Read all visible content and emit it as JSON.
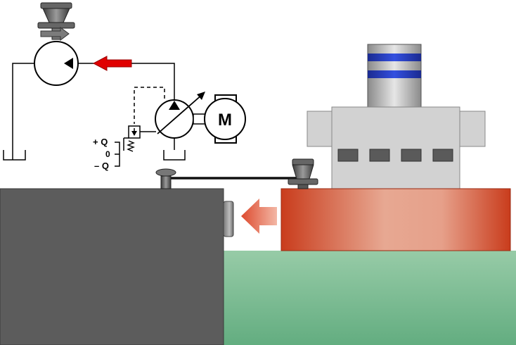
{
  "labels": {
    "plus_q": "+ Q",
    "zero": "0",
    "minus_q": "– Q",
    "motor": "M"
  },
  "colors": {
    "quay": "#5c5c5c",
    "water_top": "#97cba7",
    "water_bottom": "#63ad80",
    "ship_hull_edge": "#c93c1c",
    "ship_hull_mid": "#e7a892",
    "superstructure": "#d2d2d2",
    "funnel_band": "#1f35b4",
    "window": "#5a5a5a",
    "flow_arrow": "#e00000",
    "movement_arrow": "#e2614a",
    "winch": "#555555"
  },
  "icons": [
    "hydraulic-motor-icon",
    "variable-pump-icon",
    "electric-motor-icon",
    "directional-valve-icon",
    "tank-icon",
    "winch-icon",
    "bollard-icon",
    "fender-icon"
  ]
}
